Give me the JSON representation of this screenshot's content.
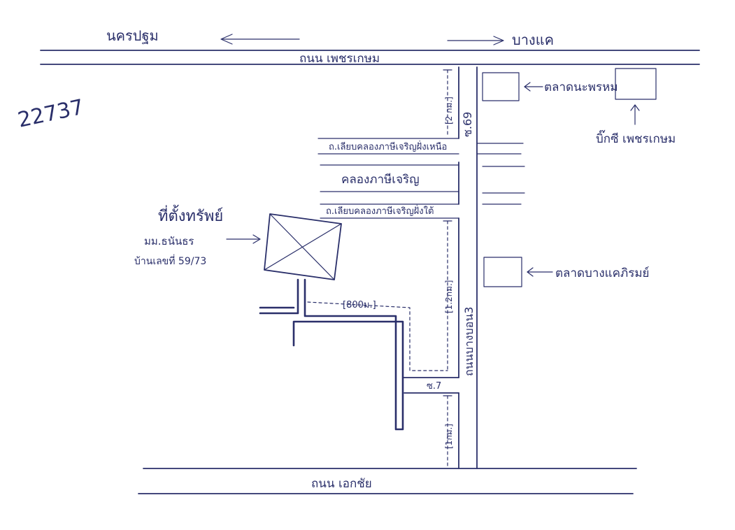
{
  "directions": {
    "west_label": "นครปฐม",
    "east_label": "บางแค"
  },
  "reference_number": "22737",
  "roads": {
    "top_road": "ถนน เพชรเกษม",
    "bottom_road": "ถนน เอกชัย",
    "vertical_road": "ถนนบางบอน3",
    "soi_top": "ซ.69",
    "soi_bottom": "ซ.7"
  },
  "canal": {
    "north_bank_road": "ถ.เลียบคลองภาษีเจริญฝั่งเหนือ",
    "canal_name": "คลองภาษีเจริญ",
    "south_bank_road": "ถ.เลียบคลองภาษีเจริญฝั่งใต้"
  },
  "property": {
    "title": "ที่ตั้งทรัพย์",
    "village": "มม.ธนันธร",
    "house_number": "บ้านเลขที่ 59/73"
  },
  "landmarks": {
    "hospital": "ตลาดนะพรหม",
    "bigc": "บิ๊กซี เพชรเกษม",
    "market": "ตลาดบางแคภิรมย์"
  },
  "distances": {
    "soi69_depth": "[2 กม.]",
    "soi_distance": "[1.2กม.]",
    "inner_road": "[800ม.]",
    "soi7_lower": "[1กม.]"
  }
}
